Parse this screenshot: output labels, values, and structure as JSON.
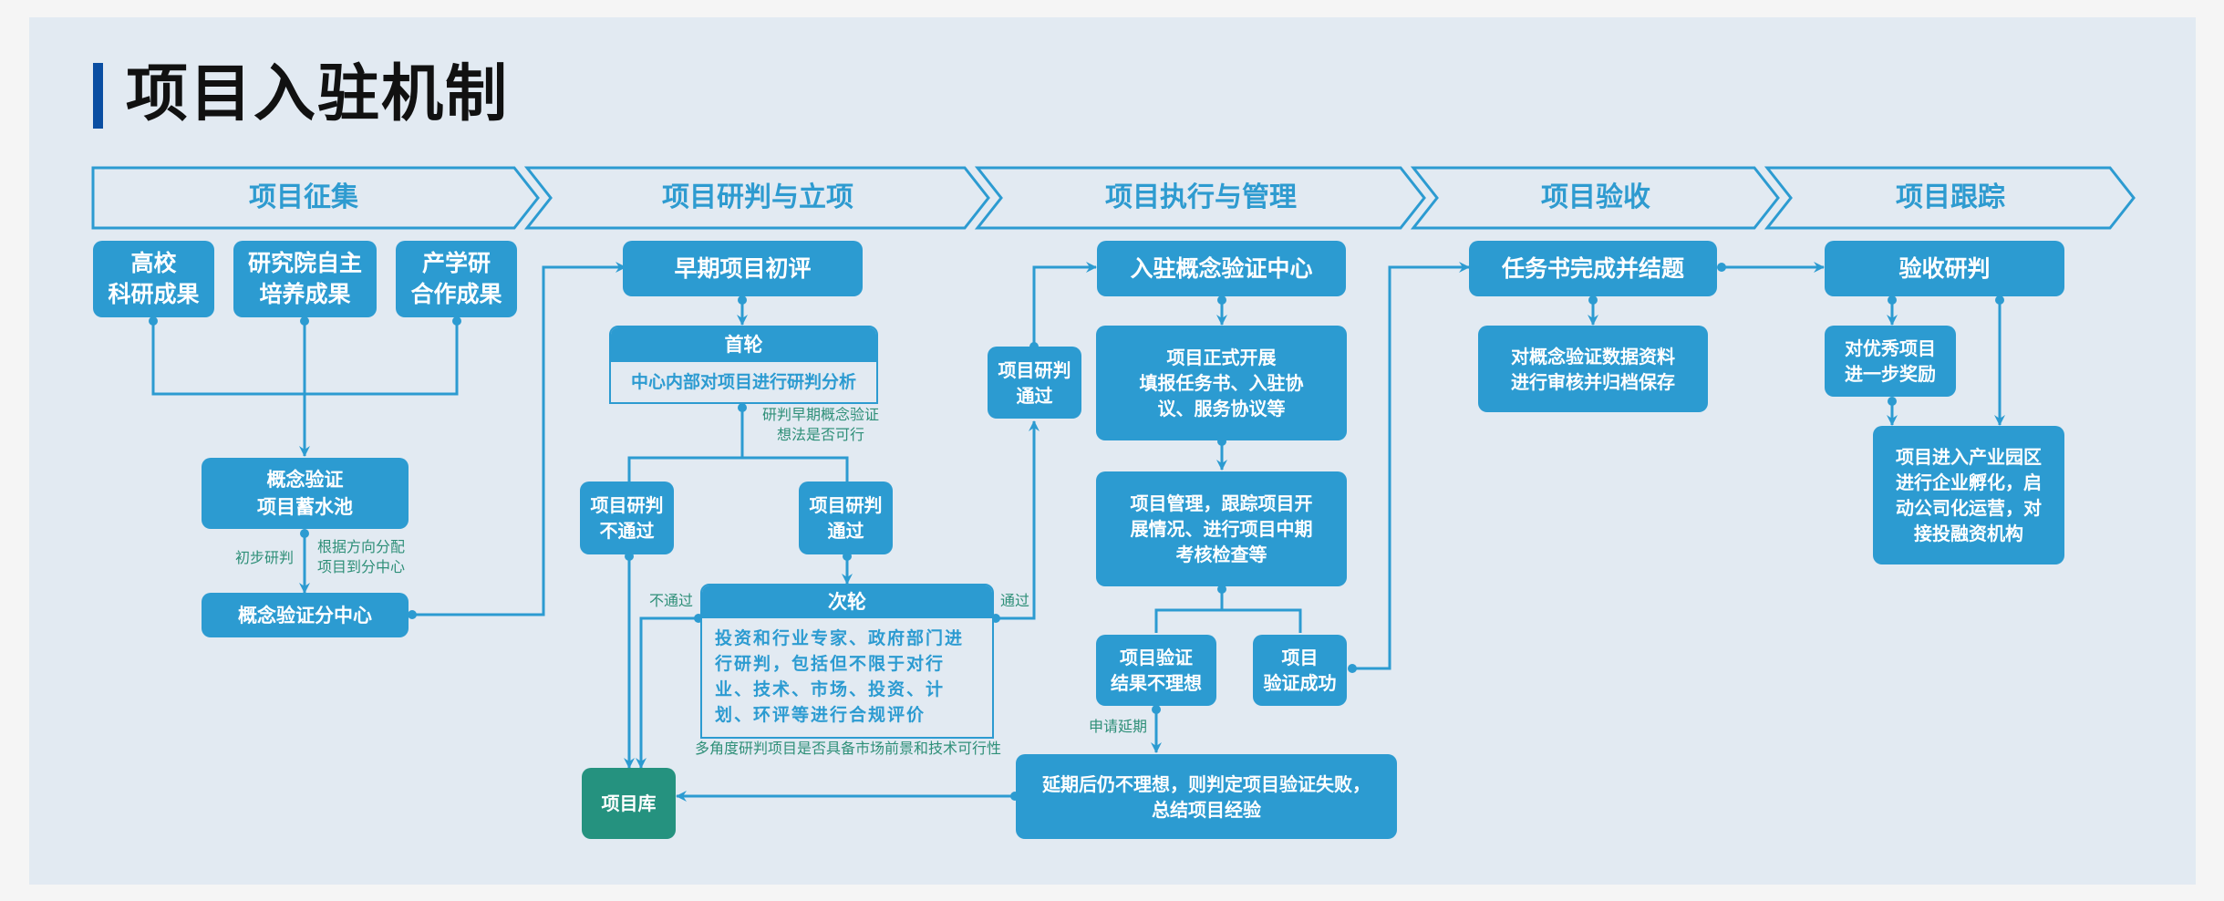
{
  "title": "项目入驻机制",
  "colors": {
    "accent_bar": "#0a4ea2",
    "box_fill": "#2c9bd1",
    "library_fill": "#25927f",
    "note_text": "#2e8f78",
    "panel_bg": "#e2eaf2"
  },
  "stages": [
    {
      "label": "项目征集"
    },
    {
      "label": "项目研判与立项"
    },
    {
      "label": "项目执行与管理"
    },
    {
      "label": "项目验收"
    },
    {
      "label": "项目跟踪"
    }
  ],
  "collection": {
    "sources": [
      {
        "label": "高校\n科研成果"
      },
      {
        "label": "研究院自主\n培养成果"
      },
      {
        "label": "产学研\n合作成果"
      }
    ],
    "pool": "概念验证\n项目蓄水池",
    "sub_center": "概念验证分中心",
    "note_left": "初步研判",
    "note_right": "根据方向分配\n项目到分中心"
  },
  "evaluation": {
    "early_review": "早期项目初评",
    "first_round": {
      "header": "首轮",
      "body": "中心内部对项目进行研判分析"
    },
    "first_round_note": "研判早期概念验证\n想法是否可行",
    "fail": "项目研判\n不通过",
    "pass": "项目研判\n通过",
    "second_round": {
      "header": "次轮",
      "body": "投资和行业专家、政府部门进行研判，包括但不限于对行业、技术、市场、投资、计划、环评等进行合规评价"
    },
    "second_round_note": "多角度研判项目是否具备市场前景和技术可行性",
    "note_fail": "不通过",
    "note_pass": "通过",
    "library": "项目库"
  },
  "execution": {
    "pass_box": "项目研判\n通过",
    "incubation_center": "入驻概念验证中心",
    "formal_start": "项目正式开展\n填报任务书、入驻协\n议、服务协议等",
    "management": "项目管理，跟踪项目开\n展情况、进行项目中期\n考核检查等",
    "unsatisfactory": "项目验证\n结果不理想",
    "success": "项目\n验证成功",
    "extension_note": "申请延期",
    "failure": "延期后仍不理想，则判定项目验证失败，\n总结项目经验"
  },
  "acceptance": {
    "task_complete": "任务书完成并结题",
    "archive": "对概念验证数据资料\n进行审核并归档保存"
  },
  "tracking": {
    "review": "验收研判",
    "reward": "对优秀项目\n进一步奖励",
    "industrial_park": "项目进入产业园区\n进行企业孵化，启\n动公司化运营，对\n接投融资机构"
  }
}
